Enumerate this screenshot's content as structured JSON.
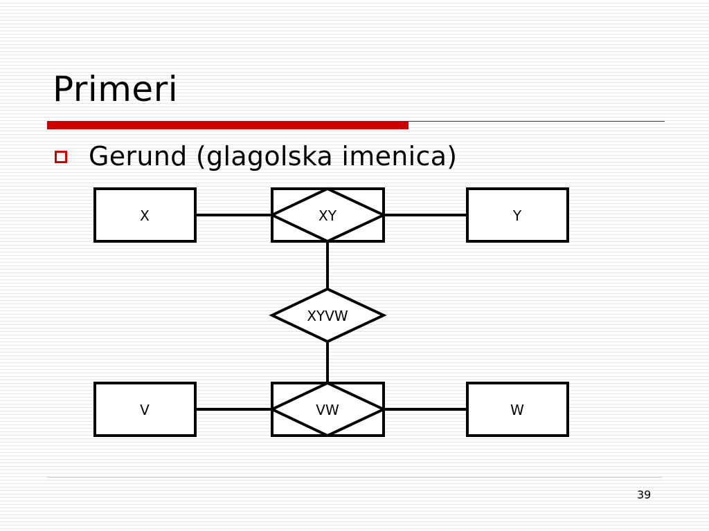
{
  "slide": {
    "title": "Primeri",
    "bullet": "Gerund (glagolska imenica)",
    "page_number": "39"
  },
  "diagram": {
    "entities": {
      "x": "X",
      "y": "Y",
      "v": "V",
      "w": "W"
    },
    "aggregates": {
      "xy": "XY",
      "vw": "VW"
    },
    "relationship": {
      "xyvw": "XYVW"
    }
  },
  "colors": {
    "accent": "#cc0000",
    "line": "#000000"
  }
}
